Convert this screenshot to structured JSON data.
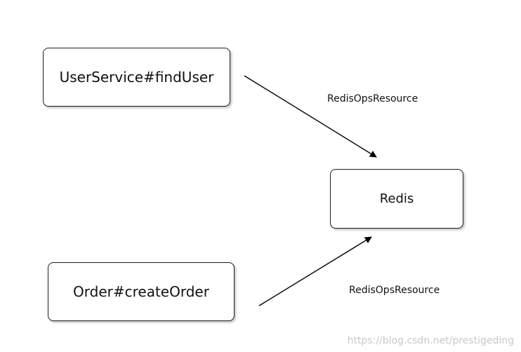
{
  "nodes": {
    "user_service": "UserService#findUser",
    "order": "Order#createOrder",
    "redis": "Redis"
  },
  "edges": {
    "top_label": "RedisOpsResource",
    "bottom_label": "RedisOpsResource"
  },
  "watermark": "https://blog.csdn.net/prestigeding"
}
